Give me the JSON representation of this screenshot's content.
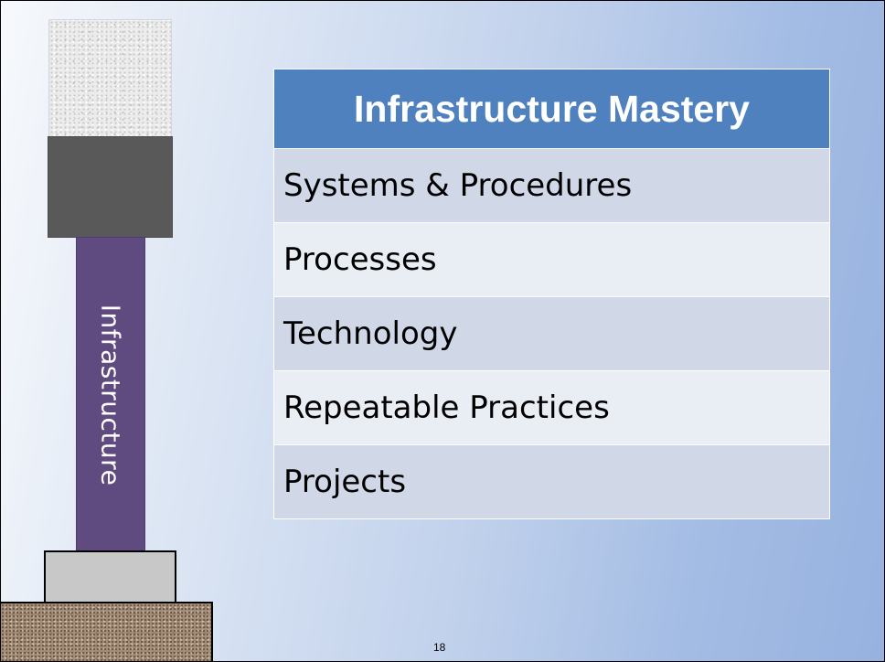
{
  "slide": {
    "pillar_label": "Infrastructure",
    "table": {
      "header": "Infrastructure Mastery",
      "rows": [
        "Systems & Procedures",
        "Processes",
        "Technology",
        "Repeatable Practices",
        "Projects"
      ]
    },
    "page_number": "18"
  },
  "colors": {
    "header_blue": "#4e81bd",
    "row_dark": "#d0d8e8",
    "row_light": "#e9edf4",
    "pillar_purple": "#5f4b80",
    "dark_block": "#595959"
  }
}
